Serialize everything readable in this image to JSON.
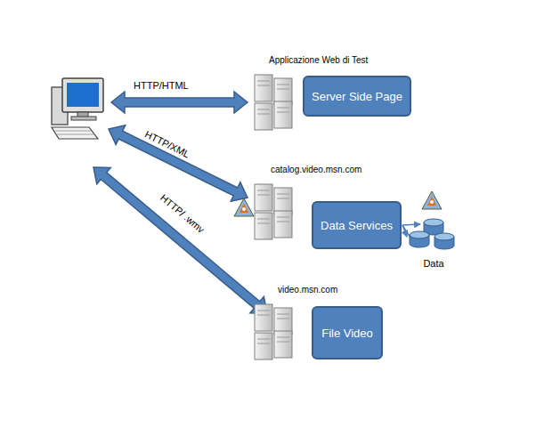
{
  "diagram": {
    "nodes": [
      {
        "text": [
          "Server Side Page"
        ]
      },
      {
        "text": [
          "Data Services"
        ]
      },
      {
        "text": [
          "Data"
        ]
      },
      {
        "text": [
          "File Video"
        ]
      }
    ],
    "edges": [
      {
        "from": 1,
        "to": 2,
        "arrow": "to"
      }
    ],
    "labels": [
      "Applicazione Web di Test",
      "HTTP/HTML",
      "HTTP/XML",
      "HTTP/ .wmv",
      "catalog.video.msn.com",
      "video.msn.com"
    ]
  }
}
